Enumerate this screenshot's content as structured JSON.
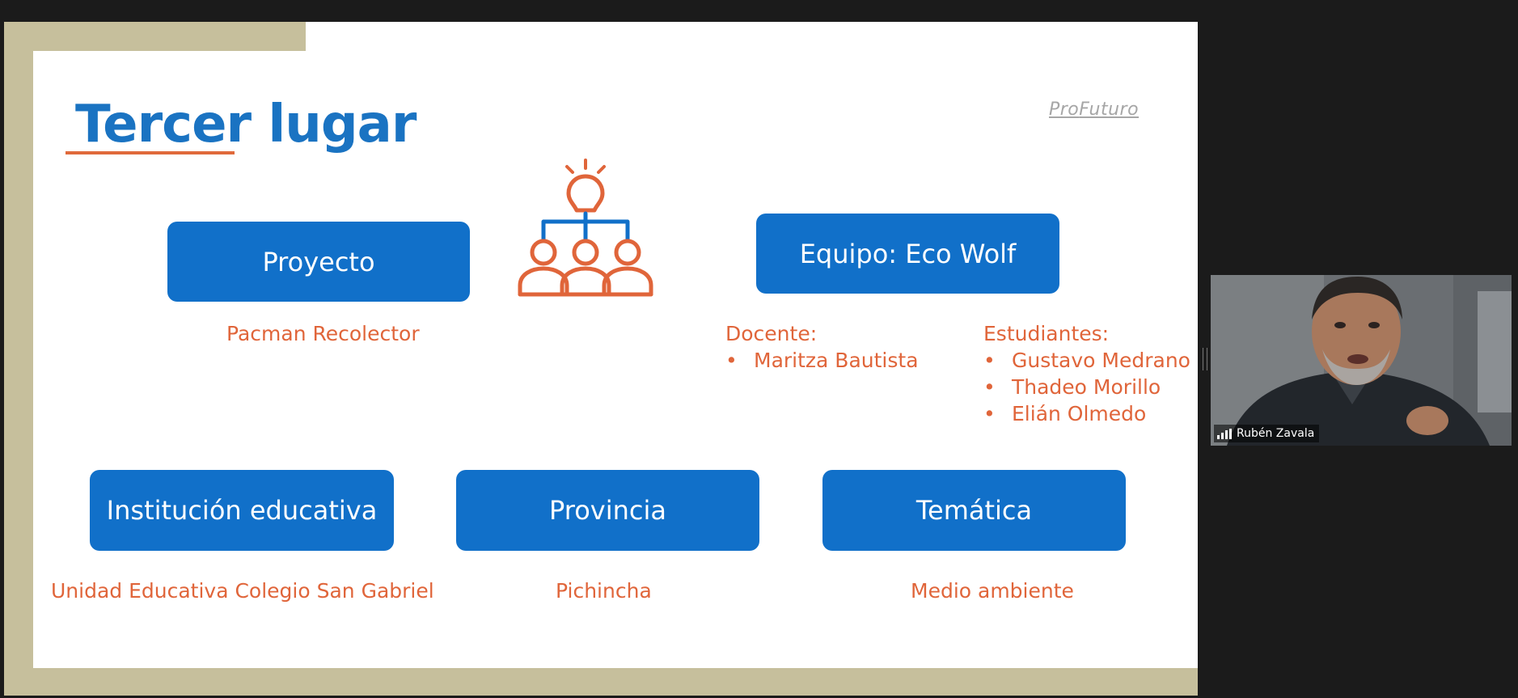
{
  "slide": {
    "title": "Tercer lugar",
    "brand": {
      "part1": "Pro",
      "part2": "Futuro"
    },
    "proyecto": {
      "label": "Proyecto",
      "value": "Pacman Recolector"
    },
    "equipo": {
      "label": "Equipo: Eco Wolf",
      "docente_heading": "Docente:",
      "docentes": [
        "Maritza Bautista"
      ],
      "estudiantes_heading": "Estudiantes:",
      "estudiantes": [
        "Gustavo Medrano",
        "Thadeo Morillo",
        "Elián Olmedo"
      ]
    },
    "institucion": {
      "label": "Institución educativa",
      "value": "Unidad Educativa Colegio San Gabriel"
    },
    "provincia": {
      "label": "Provincia",
      "value": "Pichincha"
    },
    "tematica": {
      "label": "Temática",
      "value": "Medio ambiente"
    },
    "icon": "team-idea-icon"
  },
  "participant": {
    "name": "Rubén Zavala",
    "icon": "signal-bars-icon"
  },
  "colors": {
    "accent_blue": "#1170c9",
    "accent_orange": "#e0653a",
    "frame": "#c6bf9c",
    "background": "#1b1b1b"
  }
}
